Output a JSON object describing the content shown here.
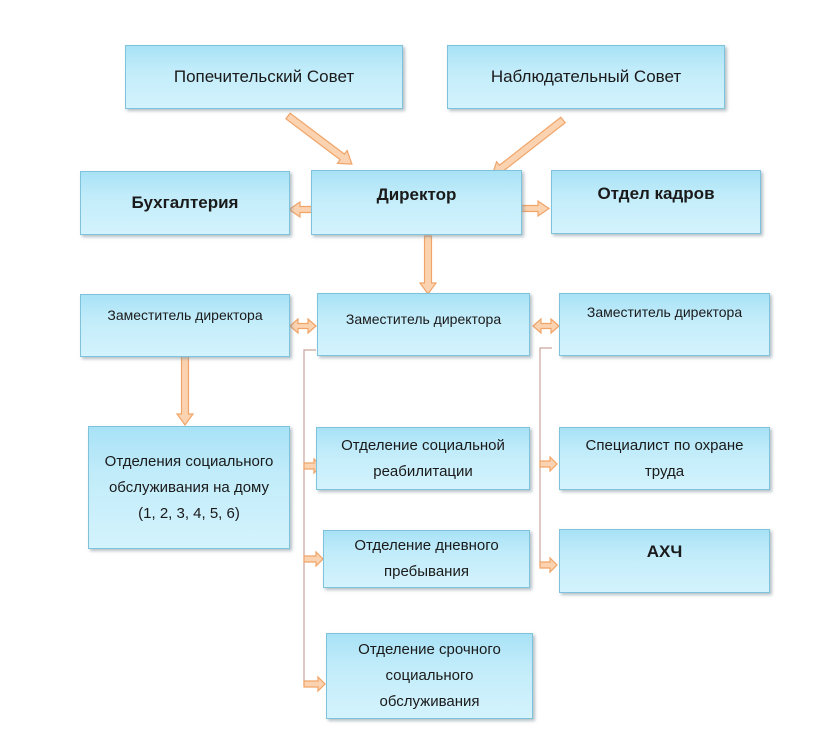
{
  "nodes": {
    "trustees": "Попечительский Совет",
    "supervisory": "Наблюдательный Совет",
    "accounting": "Бухгалтерия",
    "director": "Директор",
    "hr": "Отдел кадров",
    "deputy_left": "Заместитель директора",
    "deputy_center": "Заместитель директора",
    "deputy_right": "Заместитель директора",
    "home_service": "Отделения социального обслуживания на дому (1, 2, 3, 4, 5, 6)",
    "rehab": "Отделение социальной реабилитации",
    "day_stay": "Отделение дневного пребывания",
    "urgent": "Отделение срочного социального обслуживания",
    "safety": "Специалист по охране труда",
    "ahch": "АХЧ"
  },
  "colors": {
    "box_fill": "#c2ecfa",
    "box_border": "#7ec3db",
    "arrow_fill": "#fbd3b0",
    "arrow_stroke": "#f0a468",
    "bracket_line": "#c9a49c"
  }
}
